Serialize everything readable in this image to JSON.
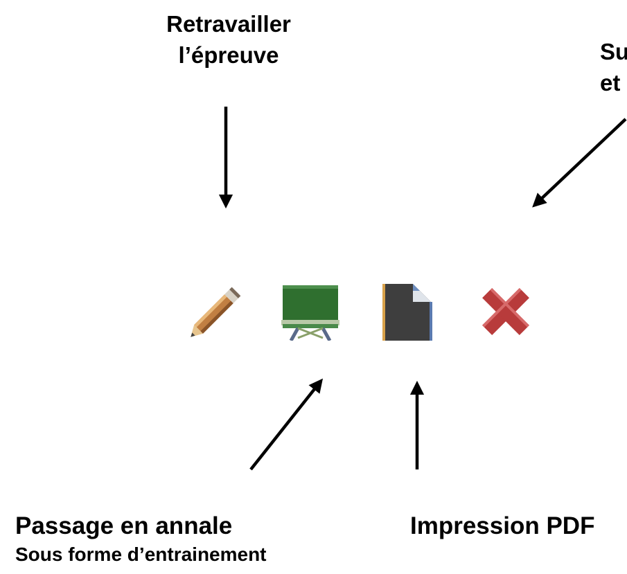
{
  "labels": {
    "edit": {
      "line1": "Retravailler",
      "line2": "l’épreuve"
    },
    "delete": {
      "line1": "Su",
      "line2": "et"
    },
    "annale": {
      "line1": "Passage en annale",
      "line2": "Sous forme d’entrainement"
    },
    "pdf": {
      "text": "Impression PDF"
    }
  },
  "icons": [
    {
      "name": "pencil-icon",
      "color": "#b8763a"
    },
    {
      "name": "chalkboard-icon",
      "color": "#3a7a3a"
    },
    {
      "name": "document-icon",
      "color": "#4a4a4a"
    },
    {
      "name": "delete-icon",
      "color": "#c0392b"
    }
  ],
  "colors": {
    "arrow": "#000000",
    "background": "#ffffff"
  }
}
